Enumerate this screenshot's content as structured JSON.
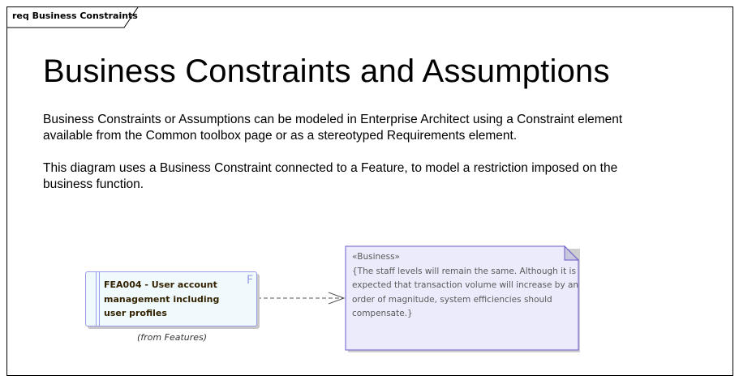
{
  "frame": {
    "tab_label": "req Business Constraints"
  },
  "page": {
    "title": "Business Constraints and Assumptions",
    "paragraph1": "Business Constraints or Assumptions can be modeled in Enterprise Architect using a Constraint element available from the Common toolbox page or as a stereotyped Requirements element.",
    "paragraph2": "This diagram uses a Business Constraint connected to a Feature, to model a restriction imposed on the business function."
  },
  "feature": {
    "label": "FEA004 - User account management including user profiles",
    "glyph": "F",
    "origin": "(from Features)",
    "fill_color": "#f0fafc",
    "border_color": "#9a9ae6"
  },
  "constraint": {
    "stereotype": "«Business»",
    "text": "{The staff levels will remain the same. Although it is expected that transaction volume will increase by an order of magnitude, system efficiencies should compensate.}",
    "fill_color": "#ebebfc",
    "border_color": "#6a5acd"
  },
  "connector": {
    "type": "dependency-dashed",
    "from": "feature",
    "to": "constraint"
  }
}
